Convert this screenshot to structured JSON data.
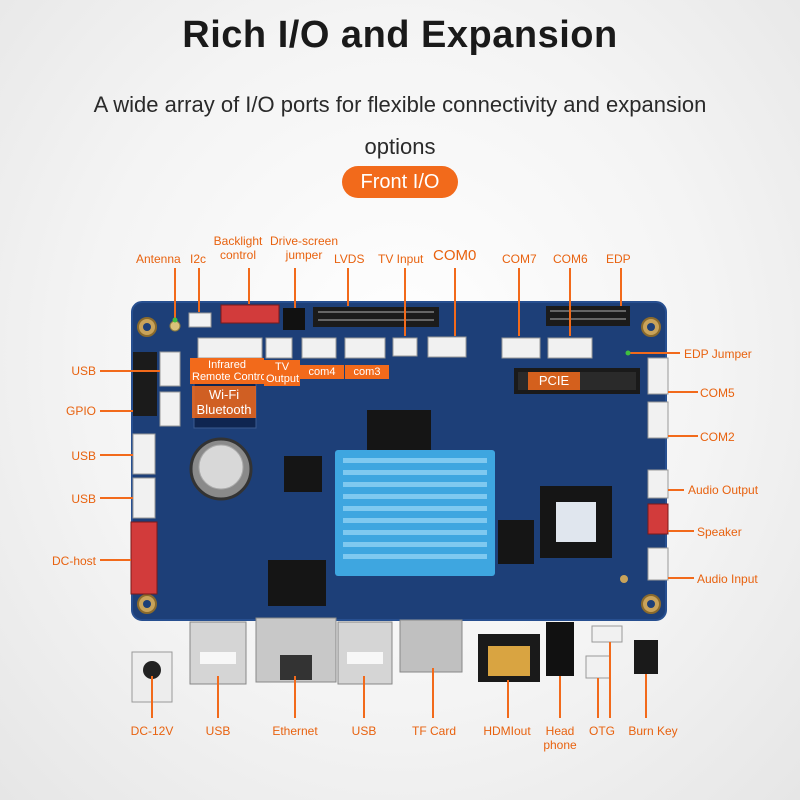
{
  "header": {
    "title": "Rich I/O and Expansion",
    "subtitle": "A wide array of I/O ports for flexible connectivity and expansion options",
    "section_button": "Front I/O"
  },
  "labels": {
    "antenna": "Antenna",
    "i2c": "I2c",
    "backlight_1": "Backlight",
    "backlight_2": "control",
    "drive_1": "Drive-screen",
    "drive_2": "jumper",
    "lvds": "LVDS",
    "tv_input": "TV Input",
    "com0": "COM0",
    "com7": "COM7",
    "com6": "COM6",
    "edp": "EDP",
    "edp_jumper": "EDP Jumper",
    "com5": "COM5",
    "com2": "COM2",
    "audio_output": "Audio Output",
    "speaker": "Speaker",
    "audio_input": "Audio Input",
    "usb_left_1": "USB",
    "gpio": "GPIO",
    "usb_left_2": "USB",
    "usb_left_3": "USB",
    "dc_host": "DC-host",
    "dc12v": "DC-12V",
    "usb_bottom_1": "USB",
    "ethernet": "Ethernet",
    "usb_bottom_2": "USB",
    "tf_card": "TF Card",
    "hdmi_out": "HDMIout",
    "head_1": "Head",
    "head_2": "phone",
    "otg": "OTG",
    "burn_key": "Burn Key"
  },
  "board_labels": {
    "infrared_1": "Infrared",
    "infrared_2": "Remote Control",
    "tv_output_1": "TV",
    "tv_output_2": "Output",
    "com4": "com4",
    "com3": "com3",
    "wifi_1": "Wi-Fi",
    "wifi_2": "Bluetooth",
    "pcie": "PCIE"
  },
  "colors": {
    "accent": "#f26a1b",
    "board": "#1d3f78",
    "heatsink": "#3ea6e0"
  }
}
